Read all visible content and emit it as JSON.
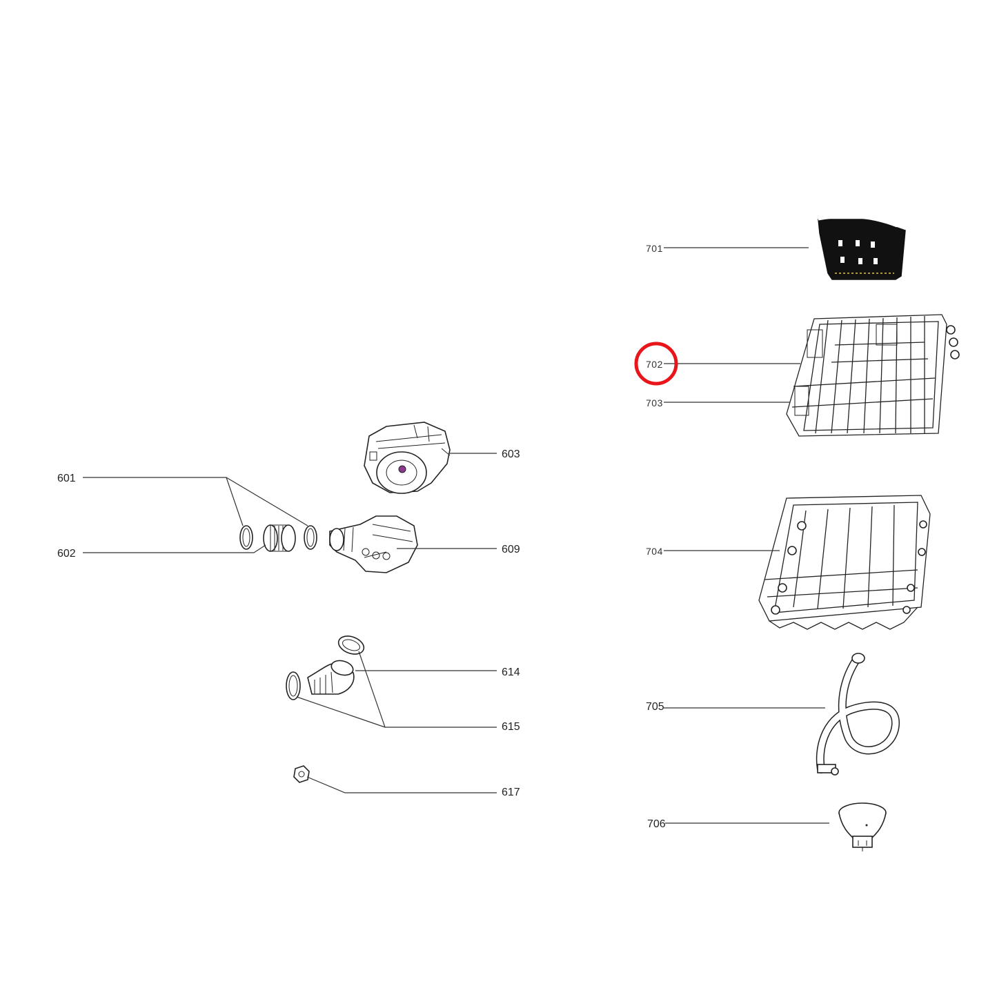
{
  "callouts": {
    "p601": "601",
    "p602": "602",
    "p603": "603",
    "p609": "609",
    "p614": "614",
    "p615": "615",
    "p617": "617",
    "p701": "701",
    "p702": "702",
    "p703": "703",
    "p704": "704",
    "p705": "705",
    "p706": "706"
  },
  "highlight": {
    "target": "702",
    "color": "#e8161b"
  },
  "colors": {
    "ink": "#222222",
    "background": "#ffffff"
  }
}
